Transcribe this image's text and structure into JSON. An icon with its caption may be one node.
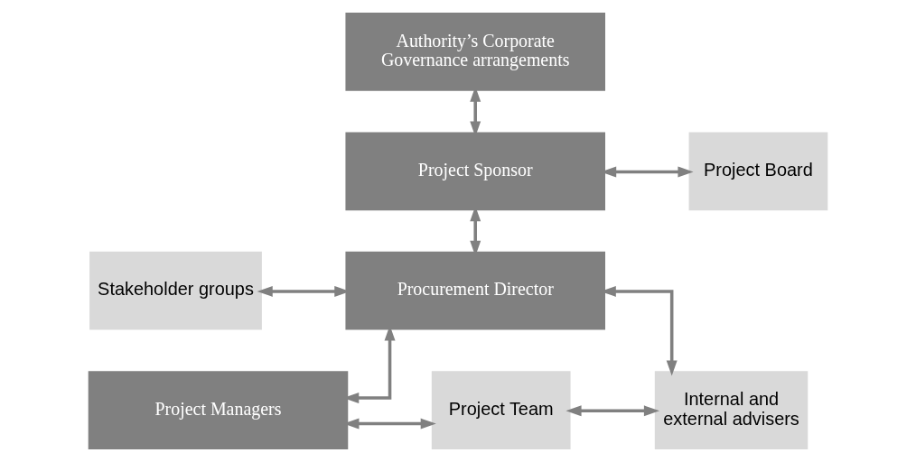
{
  "diagram": {
    "nodes": [
      {
        "text": [
          "Authority’s Corporate Governance arrangements"
        ]
      },
      {
        "text": [
          "Project Sponsor"
        ]
      },
      {
        "text": [
          "Project Board"
        ]
      },
      {
        "text": [
          "Stakeholder groups"
        ]
      },
      {
        "text": [
          "Procurement Director"
        ]
      },
      {
        "text": [
          "Project Managers"
        ]
      },
      {
        "text": [
          "Project Team"
        ]
      },
      {
        "text": [
          "Internal and external advisers"
        ]
      }
    ],
    "edges": [
      {
        "from": 0,
        "to": 1,
        "arrow": "both"
      },
      {
        "from": 1,
        "to": 2,
        "arrow": "both"
      },
      {
        "from": 1,
        "to": 4,
        "arrow": "both"
      },
      {
        "from": 3,
        "to": 4,
        "arrow": "both"
      },
      {
        "from": 4,
        "to": 5,
        "arrow": "both"
      },
      {
        "from": 4,
        "to": 7,
        "arrow": "both"
      },
      {
        "from": 5,
        "to": 6,
        "arrow": "both"
      },
      {
        "from": 6,
        "to": 7,
        "arrow": "both"
      }
    ]
  }
}
